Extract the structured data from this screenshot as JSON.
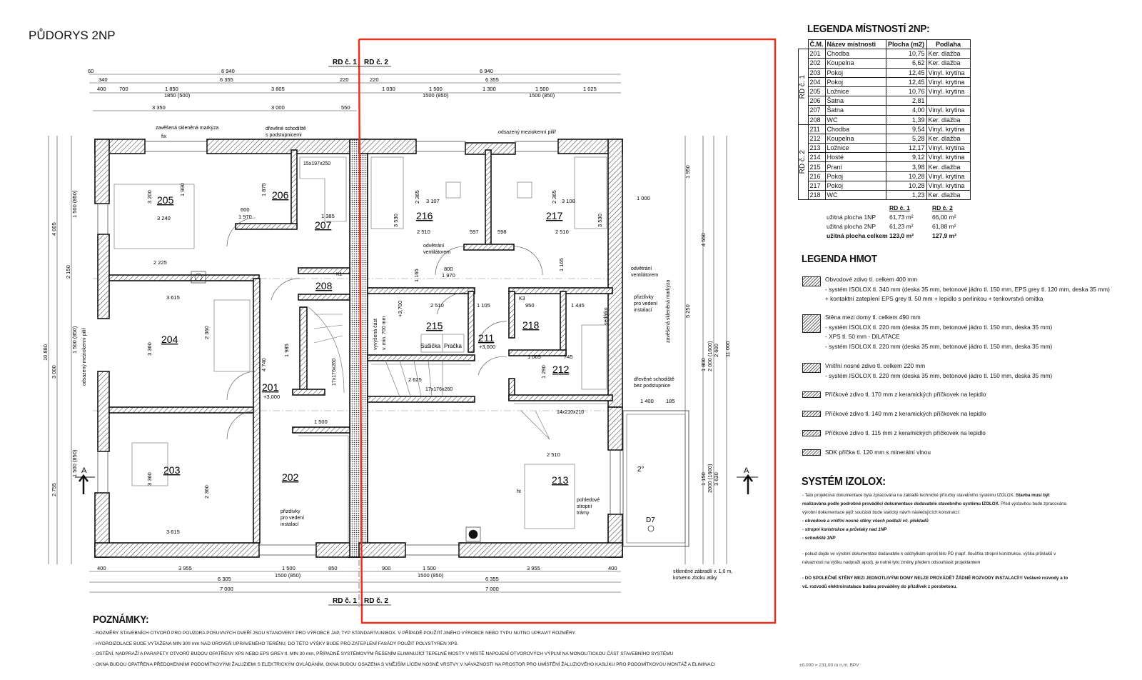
{
  "title": "PŮDORYS 2NP",
  "frame_color": "#e8321e",
  "section_markers": {
    "rd1": "RD č. 1",
    "rd2": "RD č. 2",
    "section": "A"
  },
  "rooms": {
    "r205": "205",
    "r206": "206",
    "r207": "207",
    "r208": "208",
    "r204": "204",
    "r201": "201",
    "r203": "203",
    "r202": "202",
    "r216": "216",
    "r217": "217",
    "r215": "215",
    "r211": "211",
    "r218": "218",
    "r212": "212",
    "r213": "213",
    "lvl201": "+3,000",
    "lvl211": "+3,000",
    "lvl215": "+3,700"
  },
  "annotations": {
    "markyza": "zavěšená skleněná markýza",
    "fix": "fix",
    "schodiste": "dřevěné schodiště",
    "podstupnice": "s podstupnicemi",
    "pilir": "odsazený meziokenní pilíř",
    "pilir_left": "odsazený meziokenní pilíř",
    "stairs1": "15x197x250",
    "stairs2": "17x176x260",
    "stairs3": "17x176x260",
    "stairs4": "14x210x210",
    "vent1": "odvětrání",
    "vent2": "ventilátorem",
    "vent3": "odvětrání",
    "vent4": "ventilátorem",
    "prizdivky1": "přizdívky",
    "prizdivky2": "pro vedení",
    "prizdivky3": "instalací",
    "prizdivky4": "přizdívky",
    "prizdivky5": "pro vedení",
    "prizdivky6": "instalací",
    "markyza_r": "zavěšená skleněná markýza",
    "schod_r1": "dřevěné schodiště",
    "schod_r2": "bez podstupnice",
    "vyvysena1": "vyvýšená část",
    "vyvysena2": "v. min. 700 mm",
    "susicka": "Sušička",
    "pracka": "Pračka",
    "sedatko": "sedátko",
    "pohled1": "pohledové",
    "pohled2": "stropní",
    "pohled3": "trámy",
    "d7": "D7",
    "slope": "2°",
    "zabradli1": "skleněné zábradlí v. 1,0 m,",
    "zabradli2": "kotveno zboku atiky",
    "ht": "ht",
    "k1": "K1",
    "k3": "K3"
  },
  "dims_top": [
    "6 940",
    "6 940",
    "6 355",
    "6 355",
    "1 850",
    "1850 (500)",
    "3 805",
    "1 030",
    "1 500",
    "1500 (850)",
    "1 300",
    "1 500",
    "1500 (850)",
    "1 025",
    "3 350",
    "3 000",
    "550",
    "60",
    "340",
    "400",
    "700",
    "220",
    "220"
  ],
  "dims_bottom": [
    "3 955",
    "1 500",
    "1500 (850)",
    "850",
    "900",
    "1 500",
    "1500 (850)",
    "3 955",
    "6 305",
    "6 355",
    "7 000",
    "7 000",
    "400",
    "400"
  ],
  "dims_left": [
    "4 005",
    "2 150",
    "10 880",
    "3 000",
    "2 755",
    "1 500 (850)",
    "1 500 (850)",
    "1 500 (850)"
  ],
  "dims_right": [
    "1 950",
    "4 550",
    "5 250",
    "11 000",
    "2 600",
    "3 630",
    "1 800",
    "2 000 (1600)",
    "1 150",
    "2000 (1600)"
  ],
  "dims_inner": [
    "3 200",
    "3 240",
    "1 990",
    "2 225",
    "3 615",
    "3 360",
    "3 615",
    "3 360",
    "2 360",
    "2 360",
    "4 740",
    "1 985",
    "1 500",
    "1 385",
    "1 875",
    "600",
    "1 970",
    "3 107",
    "3 108",
    "2 510",
    "2 510",
    "597",
    "598",
    "3 530",
    "3 530",
    "2 365",
    "2 365",
    "1 165",
    "1 165",
    "800",
    "1 970",
    "2 510",
    "1 105",
    "1 445",
    "950",
    "2 625",
    "1 065",
    "745",
    "2 510",
    "1 290",
    "1 000",
    "1 400",
    "185"
  ],
  "room_legend": {
    "title": "LEGENDA MÍSTNOSTÍ 2NP:",
    "headers": [
      "Č.M.",
      "Název místnosti",
      "Plocha (m2)",
      "Podlaha"
    ],
    "groups": [
      {
        "label": "RD č. 1",
        "rows": [
          [
            "201",
            "Chodba",
            "10,75",
            "Ker. dlažba"
          ],
          [
            "202",
            "Koupelna",
            "6,62",
            "Ker. dlažba"
          ],
          [
            "203",
            "Pokoj",
            "12,45",
            "Vinyl. krytina"
          ],
          [
            "204",
            "Pokoj",
            "12,45",
            "Vinyl. krytina"
          ],
          [
            "205",
            "Ložnice",
            "10,76",
            "Vinyl. krytina"
          ],
          [
            "206",
            "Šatna",
            "2,81",
            ""
          ],
          [
            "207",
            "Šatna",
            "4,00",
            "Vinyl. krytina"
          ],
          [
            "208",
            "WC",
            "1,39",
            "Ker. dlažba"
          ]
        ]
      },
      {
        "label": "RD č. 2",
        "rows": [
          [
            "211",
            "Chodba",
            "9,54",
            "Vinyl. krytina"
          ],
          [
            "212",
            "Koupelna",
            "5,28",
            "Ker. dlažba"
          ],
          [
            "213",
            "Ložnice",
            "12,17",
            "Vinyl. krytina"
          ],
          [
            "214",
            "Hosté",
            "9,12",
            "Vinyl. krytina"
          ],
          [
            "215",
            "Praní",
            "3,98",
            "Ker. dlažba"
          ],
          [
            "216",
            "Pokoj",
            "10,28",
            "Vinyl. krytina"
          ],
          [
            "217",
            "Pokoj",
            "10,28",
            "Vinyl. krytina"
          ],
          [
            "218",
            "WC",
            "1,23",
            "Ker. dlažba"
          ]
        ]
      }
    ],
    "summary_headers": [
      "",
      "RD č. 1",
      "RD č. 2"
    ],
    "summary": [
      [
        "užitná plocha 1NP",
        "61,73 m²",
        "66,00 m²"
      ],
      [
        "užitná plocha 2NP",
        "61,23 m²",
        "61,88 m²"
      ],
      [
        "užitná plocha celkem",
        "123,0 m²",
        "127,9 m²"
      ]
    ]
  },
  "material_legend": {
    "title": "LEGENDA HMOT",
    "items": [
      [
        "Obvodové zdivo tl. celkem 400 mm",
        "- systém ISOLOX tl. 340 mm (deska 35 mm, betonové jádro tl. 150 mm, EPS grey tl. 120 mm, deska 35 mm)",
        "+ kontaktní zateplení EPS grey tl. 50 mm + lepidlo s perlinkou + tenkovrstvá omítka"
      ],
      [
        "Stěna mezi domy tl. celkem 490 mm",
        "- systém ISOLOX tl. 220 mm (deska 35 mm, betonové jádro tl. 150 mm, deska 35 mm)",
        "- XPS tl. 50 mm - DILATACE",
        "- systém ISOLOX tl. 220 mm (deska 35 mm, betonové jádro tl. 150 mm, deska 35 mm)"
      ],
      [
        "Vnitřní nosné zdivo tl. celkem 220 mm",
        "- systém ISOLOX tl. 220 mm (deska 35 mm, betonové jádro tl. 150 mm, deska 35 mm)"
      ],
      [
        "Příčkové zdivo tl. 170 mm z keramických příčkovek na lepidlo"
      ],
      [
        "Příčkové zdivo tl. 140 mm z keramických příčkovek na lepidlo"
      ],
      [
        "Příčkové zdivo tl. 115 mm z keramických příčkovek na lepidlo"
      ],
      [
        "SDK příčka tl. 120 mm s minerální vlnou"
      ]
    ]
  },
  "izolox": {
    "title": "SYSTÉM IZOLOX:",
    "p1_a": "- Tato projektová dokumentace byla zpracována na základě technické příručky stavebního systému IZOLOX. ",
    "p1_b": "Stavba musí být realizována podle podrobné prováděcí dokumentace dodavatele stavebního systému IZOLOX.",
    "p1_c": " Před výstavbou bude zpracována výrobní dokumentace jejíž součástí bude statický návrh následujících konstrukcí:",
    "b1": "- obvodové a vnitřní nosné stěny všech podlaží vč. překladů",
    "b2": "- stropní konstrukce a průvlaky nad 1NP",
    "b3": "- schodiště 1NP",
    "p2": "- pokud dojde ve výrobní dokumentaci dodavatele k odchylkám oproti této PD (např. tloušťka stropní konstrukce, výška průvlaků v návaznosti na výšku nadpraží apod), je nutné tyto změny předem odsouhlasit projektantem",
    "p3_a": "- DO SPOLEČNÉ STĚNY MEZI JEDNOTLIVÝMI DOMY NELZE PROVÁDĚT ŽÁDNÉ ROZVODY INSTALACÍ!!! Veškeré rozvody a to vč. rozvodů elektroinstalace budou prováděny do přizdívek z porobetonu."
  },
  "notes": {
    "title": "POZNÁMKY:",
    "items": [
      "- ROZMĚRY STAVEBNÍCH OTVORŮ PRO POUZDRA POSUVNÝCH DVEŘÍ JSOU STANOVENY PRO VÝROBCE JAP, TYP STANDART/UNIBOX.  V PŘÍPADĚ POUŽITÍ JINÉHO VÝROBCE NEBO TYPU NUTNO UPRAVIT ROZMĚRY.",
      "- HYDROIZOLACE BUDE VYTAŽENA MIN 300 mm NAD ÚROVEŇ UPRAVENÉHO TERÉNU, DO TÉTO VÝŠKY BUDE PRO ZATEPLENÍ FASÁDY POUŽIT POLYSTYREN XPS.",
      "- OSTĚNÍ, NADPRAŽÍ A PARAPETY OTVORŮ BUDOU OPATŘENY XPS NEBO EPS GREY tl. MIN 30 mm, PŘÍPADNĚ SYSTÉMOVÝM ŘEŠENÍM ELIMINUJÍCÍ TEPELNÉ MOSTY V MÍSTĚ NAPOJENÍ OTVOROVÝCH VÝPLNÍ NA MONOLITICKOU ČÁST STAVEBNÍHO SYSTÉMU",
      "- OKNA BUDOU OPATŘENA PŘEDOKENNÍMI PODOMÍTKOVÝMI ŽALUZIEMI S ELEKTRICKÝM OVLÁDÁNÍM, OKNA BUDOU OSAZENA S VNĚJŠÍM LÍCEM NOSNÉ VRSTVY V NÁVAZNOSTI NA PROSTOR PRO UMÍSTĚNÍ ŽALUZIOVÉHO KASLÍKU PRO PODOMÍTKOVOU MONTÁŽ A ELIMINACI"
    ]
  },
  "footer_level": "±0,000 = 231,00 m n.m. BPV"
}
